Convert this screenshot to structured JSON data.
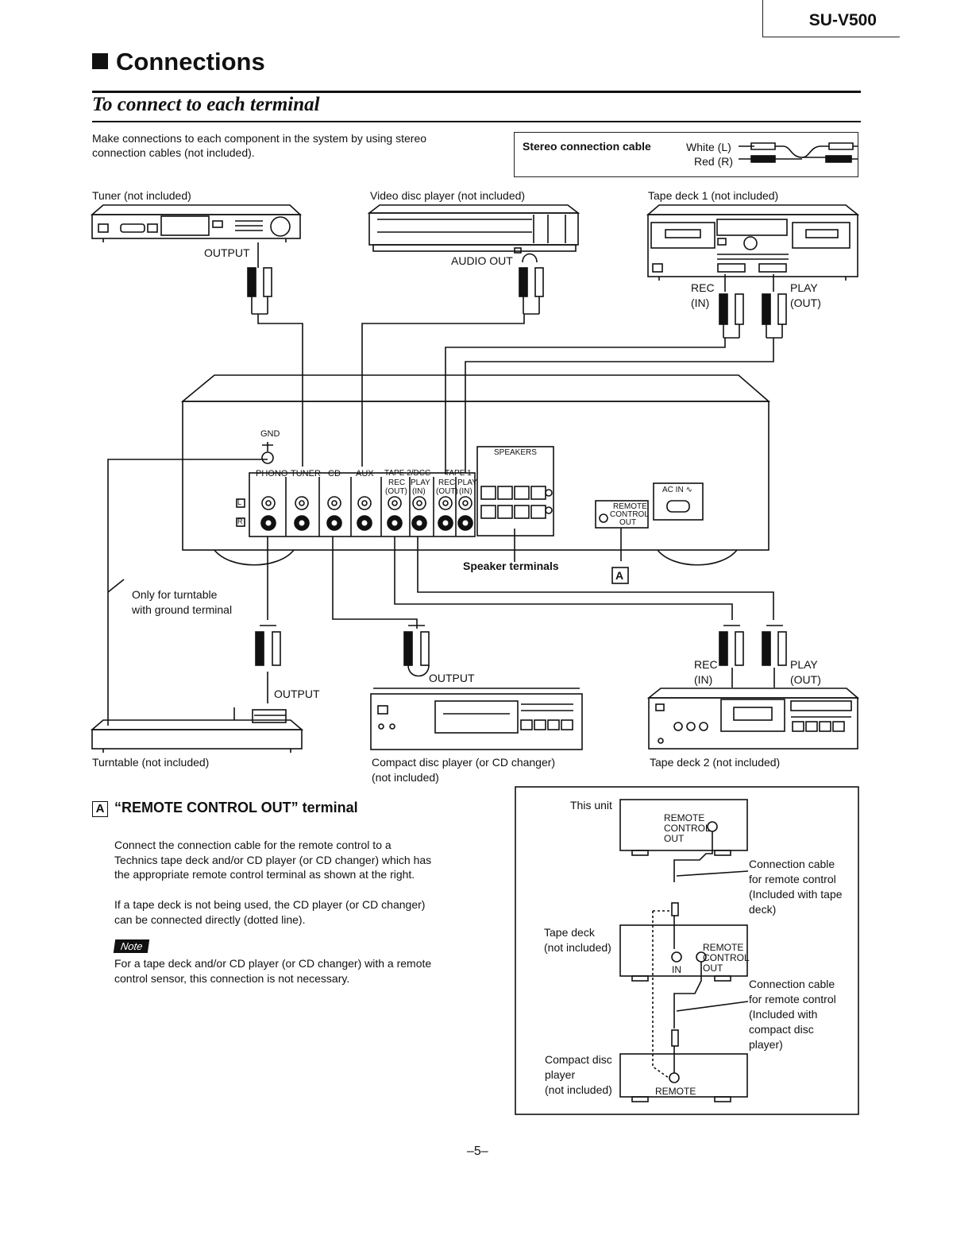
{
  "header": {
    "model": "SU-V500",
    "title": "Connections"
  },
  "section": {
    "title": "To connect to each terminal",
    "intro": "Make connections to each component in the system by using stereo connection cables (not included)."
  },
  "cable_legend": {
    "title": "Stereo connection cable",
    "white": "White (L)",
    "red": "Red (R)"
  },
  "devices": {
    "tuner": "Tuner (not included)",
    "video_disc": "Video disc player (not included)",
    "tape_deck_1": "Tape deck 1 (not included)",
    "turntable": "Turntable (not included)",
    "cd_player_line1": "Compact disc player (or CD changer)",
    "cd_player_line2": "(not included)",
    "tape_deck_2": "Tape deck 2 (not included)"
  },
  "diagram_labels": {
    "output": "OUTPUT",
    "audio_out": "AUDIO OUT",
    "rec": "REC",
    "in": "(IN)",
    "play": "PLAY",
    "out": "(OUT)",
    "gnd": "GND",
    "phono": "PHONO",
    "tuner": "TUNER",
    "cd": "CD",
    "aux": "AUX",
    "tape2": "TAPE 2/DCC",
    "tape1": "TAPE 1",
    "rec_short": "REC",
    "play_short": "PLAY",
    "out_short": "(OUT)",
    "in_short": "(IN)",
    "speakers": "SPEAKERS",
    "ac_in": "AC IN ∿",
    "remote": "REMOTE",
    "control": "CONTROL",
    "out_word": "OUT",
    "in_word": "IN",
    "speaker_terminals": "Speaker terminals",
    "only_for_line1": "Only for turntable",
    "only_for_line2": "with ground terminal",
    "a_marker": "A",
    "l_marker": "L",
    "r_marker": "R"
  },
  "remote_section": {
    "marker": "A",
    "title": "“REMOTE CONTROL OUT” terminal",
    "para1": "Connect the connection cable for the remote control to a Technics tape deck and/or CD player (or CD changer) which has the appropriate remote control terminal as shown at the right.",
    "para2": "If a tape deck is not being used, the CD player (or CD changer) can be connected directly (dotted line).",
    "note_label": "Note",
    "note": "For a tape deck and/or CD player (or CD changer) with a remote control sensor, this connection is not necessary."
  },
  "remote_diagram": {
    "this_unit": "This unit",
    "tape_deck_line1": "Tape deck",
    "tape_deck_line2": "(not included)",
    "cd_line1": "Compact disc",
    "cd_line2": "player",
    "cd_line3": "(not included)",
    "cable1": [
      "Connection cable",
      "for remote control",
      "(Included with tape",
      "deck)"
    ],
    "cable2": [
      "Connection cable",
      "for remote control",
      "(Included with",
      "compact disc",
      "player)"
    ],
    "remote": "REMOTE",
    "control": "CONTROL",
    "out": "OUT",
    "in": "IN"
  },
  "page_number": "–5–"
}
